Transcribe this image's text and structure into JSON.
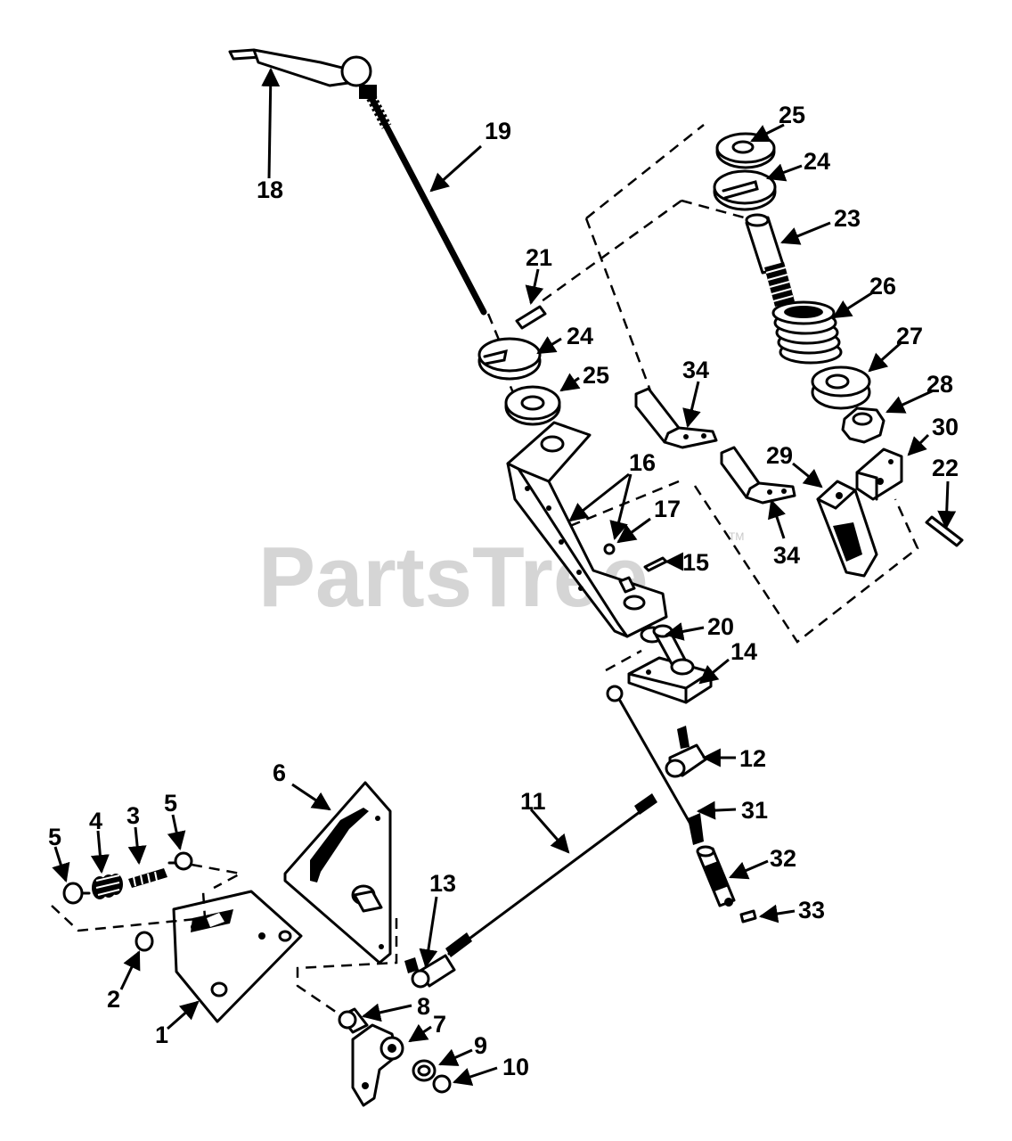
{
  "watermark": {
    "text": "PartsTree",
    "trademark": "TM"
  },
  "callouts": {
    "c1": "1",
    "c2": "2",
    "c3": "3",
    "c4": "4",
    "c5a": "5",
    "c5b": "5",
    "c6": "6",
    "c7": "7",
    "c8": "8",
    "c9": "9",
    "c10": "10",
    "c11": "11",
    "c12": "12",
    "c13": "13",
    "c14": "14",
    "c15": "15",
    "c16": "16",
    "c17": "17",
    "c18": "18",
    "c19": "19",
    "c20": "20",
    "c21": "21",
    "c22": "22",
    "c23": "23",
    "c24a": "24",
    "c24b": "24",
    "c25a": "25",
    "c25b": "25",
    "c26": "26",
    "c27": "27",
    "c28": "28",
    "c29": "29",
    "c30": "30",
    "c31": "31",
    "c32": "32",
    "c33": "33",
    "c34a": "34",
    "c34b": "34"
  }
}
